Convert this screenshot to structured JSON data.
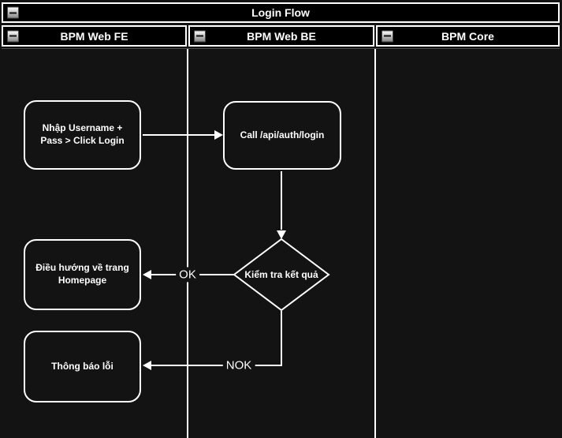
{
  "pool": {
    "title": "Login Flow"
  },
  "lanes": [
    {
      "label": "BPM Web FE"
    },
    {
      "label": "BPM Web BE"
    },
    {
      "label": "BPM Core"
    }
  ],
  "nodes": {
    "input_login": "Nhập Username +\nPass > Click Login",
    "call_api": "Call /api/auth/login",
    "check_result": "Kiểm tra kết quả",
    "navigate_home": "Điều hướng về trang\nHomepage",
    "error_note": "Thông báo lỗi"
  },
  "edge_labels": {
    "ok": "OK",
    "nok": "NOK"
  },
  "colors": {
    "background": "#131313",
    "header_fill": "#000000",
    "stroke": "#ffffff",
    "text": "#ffffff"
  }
}
